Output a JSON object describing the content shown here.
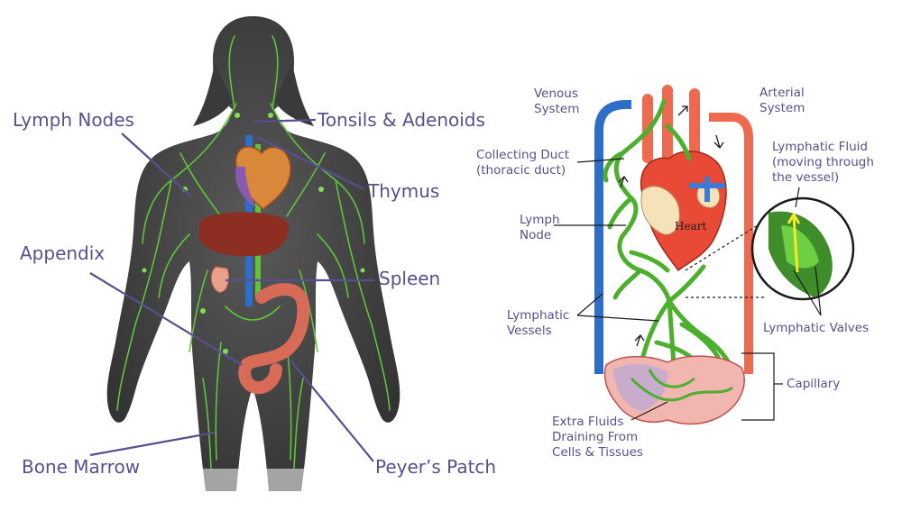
{
  "left_labels": {
    "lymph_nodes": "Lymph Nodes",
    "tonsils_adenoids": "Tonsils & Adenoids",
    "thymus": "Thymus",
    "appendix": "Appendix",
    "spleen": "Spleen",
    "bone_marrow": "Bone Marrow",
    "peyers_patch": "Peyer’s Patch"
  },
  "right_labels": {
    "venous_line1": "Venous",
    "venous_line2": "System",
    "arterial_line1": "Arterial",
    "arterial_line2": "System",
    "collecting_line1": "Collecting Duct",
    "collecting_line2": "(thoracic duct)",
    "lymph_node_line1": "Lymph",
    "lymph_node_line2": "Node",
    "lymph_fluid_line1": "Lymphatic Fluid",
    "lymph_fluid_line2": "(moving through",
    "lymph_fluid_line3": "the vessel)",
    "lymph_vessels_line1": "Lymphatic",
    "lymph_vessels_line2": "Vessels",
    "lymph_valves": "Lymphatic Valves",
    "capillary": "Capillary",
    "extra_line1": "Extra Fluids",
    "extra_line2": "Draining From",
    "extra_line3": "Cells & Tissues",
    "heart": "Heart"
  },
  "colors": {
    "label": "#56508f",
    "leader": "#56508f",
    "lymph_green": "#5fc43a",
    "vein_blue": "#2e6ec8",
    "artery_red": "#ec6a4f",
    "body_gray": "#4a4a4a"
  }
}
